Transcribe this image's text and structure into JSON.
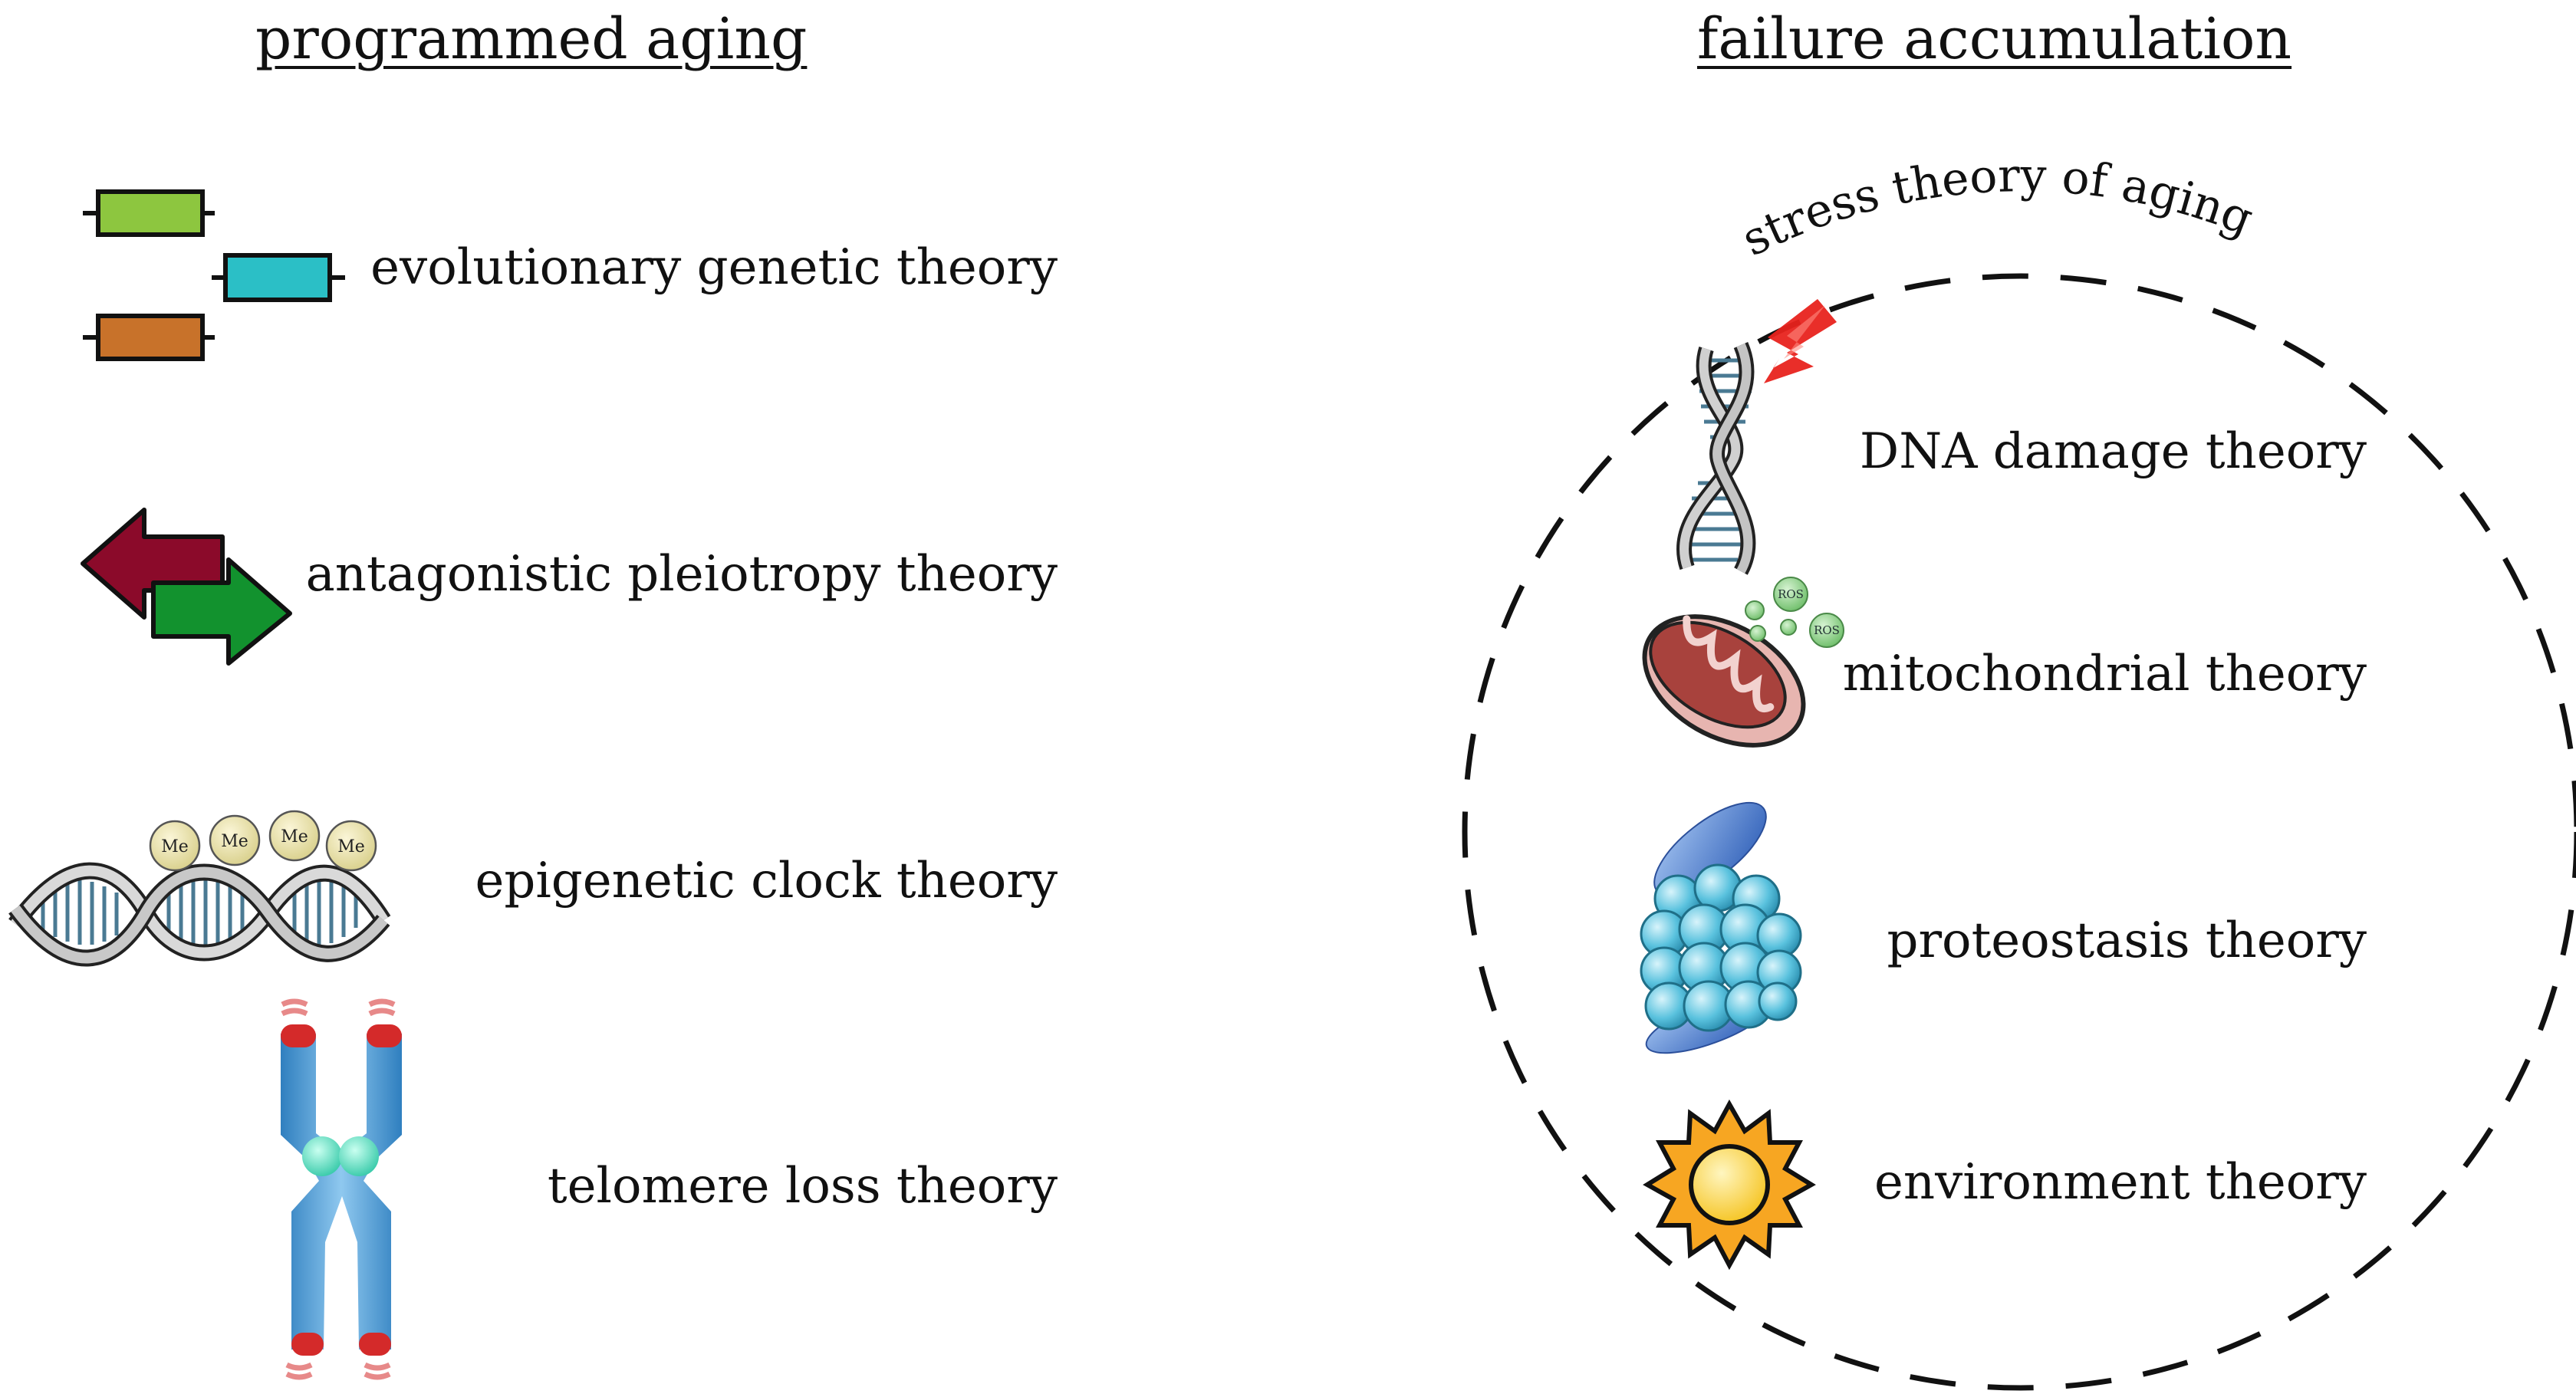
{
  "left": {
    "title": "programmed aging",
    "items": [
      {
        "label": "evolutionary genetic theory",
        "icon": "gene-bars-icon"
      },
      {
        "label": "antagonistic pleiotropy theory",
        "icon": "opposing-arrows-icon"
      },
      {
        "label": "epigenetic clock theory",
        "icon": "methylated-dna-icon"
      },
      {
        "label": "telomere loss theory",
        "icon": "chromosome-icon"
      }
    ],
    "methyl_label": "Me"
  },
  "right": {
    "title": "failure accumulation",
    "arc_label": "stress theory of aging",
    "items": [
      {
        "label": "DNA damage theory",
        "icon": "damaged-dna-icon"
      },
      {
        "label": "mitochondrial theory",
        "icon": "mitochondrion-icon"
      },
      {
        "label": "proteostasis theory",
        "icon": "proteasome-icon"
      },
      {
        "label": "environment theory",
        "icon": "sun-icon"
      }
    ],
    "ros_label": "ROS"
  },
  "colors": {
    "gene_green": "#8dc63f",
    "gene_cyan": "#2bbfc6",
    "gene_orange": "#c8722a",
    "arrow_red": "#8b0a2a",
    "arrow_green": "#12922e",
    "dna_blue": "#4a7a93",
    "chromosome_blue": "#3f94cc",
    "telomere_red": "#d42a2a",
    "mito_red": "#a8423d",
    "ros_green": "#8fd08a",
    "proteasome_cyan": "#5ac2de",
    "sun_orange": "#f7a622",
    "sun_yellow": "#ffd74a"
  }
}
